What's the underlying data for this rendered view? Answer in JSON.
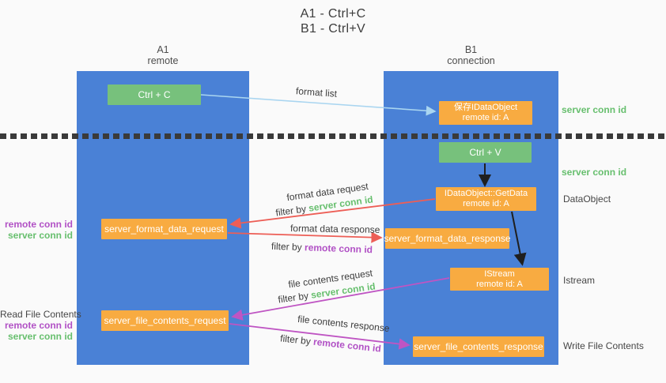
{
  "title": {
    "line1": "A1 - Ctrl+C",
    "line2": "B1 - Ctrl+V"
  },
  "columns": {
    "left": {
      "name": "A1",
      "subtitle": "remote"
    },
    "right": {
      "name": "B1",
      "subtitle": "connection"
    }
  },
  "nodes": {
    "ctrl_c": "Ctrl + C",
    "ctrl_v": "Ctrl + V",
    "save_dataobject": {
      "line1": "保存IDataObject",
      "line2": "remote id: A"
    },
    "getdata": {
      "line1": "IDataObject::GetData",
      "line2": "remote id: A"
    },
    "istream": {
      "line1": "IStream",
      "line2": "remote id: A"
    },
    "format_request": "server_format_data_request",
    "format_response": "server_format_data_response",
    "file_request": "server_file_contents_request",
    "file_response": "server_file_contents_response"
  },
  "labels": {
    "format_list": "format list",
    "format_data_request": "format data request",
    "format_data_response": "format data response",
    "file_contents_request": "file contents request",
    "file_contents_response": "file contents response",
    "filter_by": "filter by",
    "server_conn_id": "server conn id",
    "remote_conn_id": "remote conn id",
    "dataobject": "DataObject",
    "istream": "Istream",
    "read_file_contents": "Read File Contents",
    "write_file_contents": "Write File Contents"
  },
  "colors": {
    "bg": "#fafafa",
    "column_blue": "#4a81d6",
    "box_green": "#77c17c",
    "box_orange": "#f8ab41",
    "text_green": "#67bf6e",
    "text_purple": "#b151c5",
    "text_dark": "#3d3d3d",
    "dash_dark": "#3a3a3a",
    "arrow_lightblue": "#a9d5f0",
    "arrow_red": "#ed5e56",
    "arrow_magenta": "#bf55c3",
    "arrow_black": "#1f1f1f"
  }
}
